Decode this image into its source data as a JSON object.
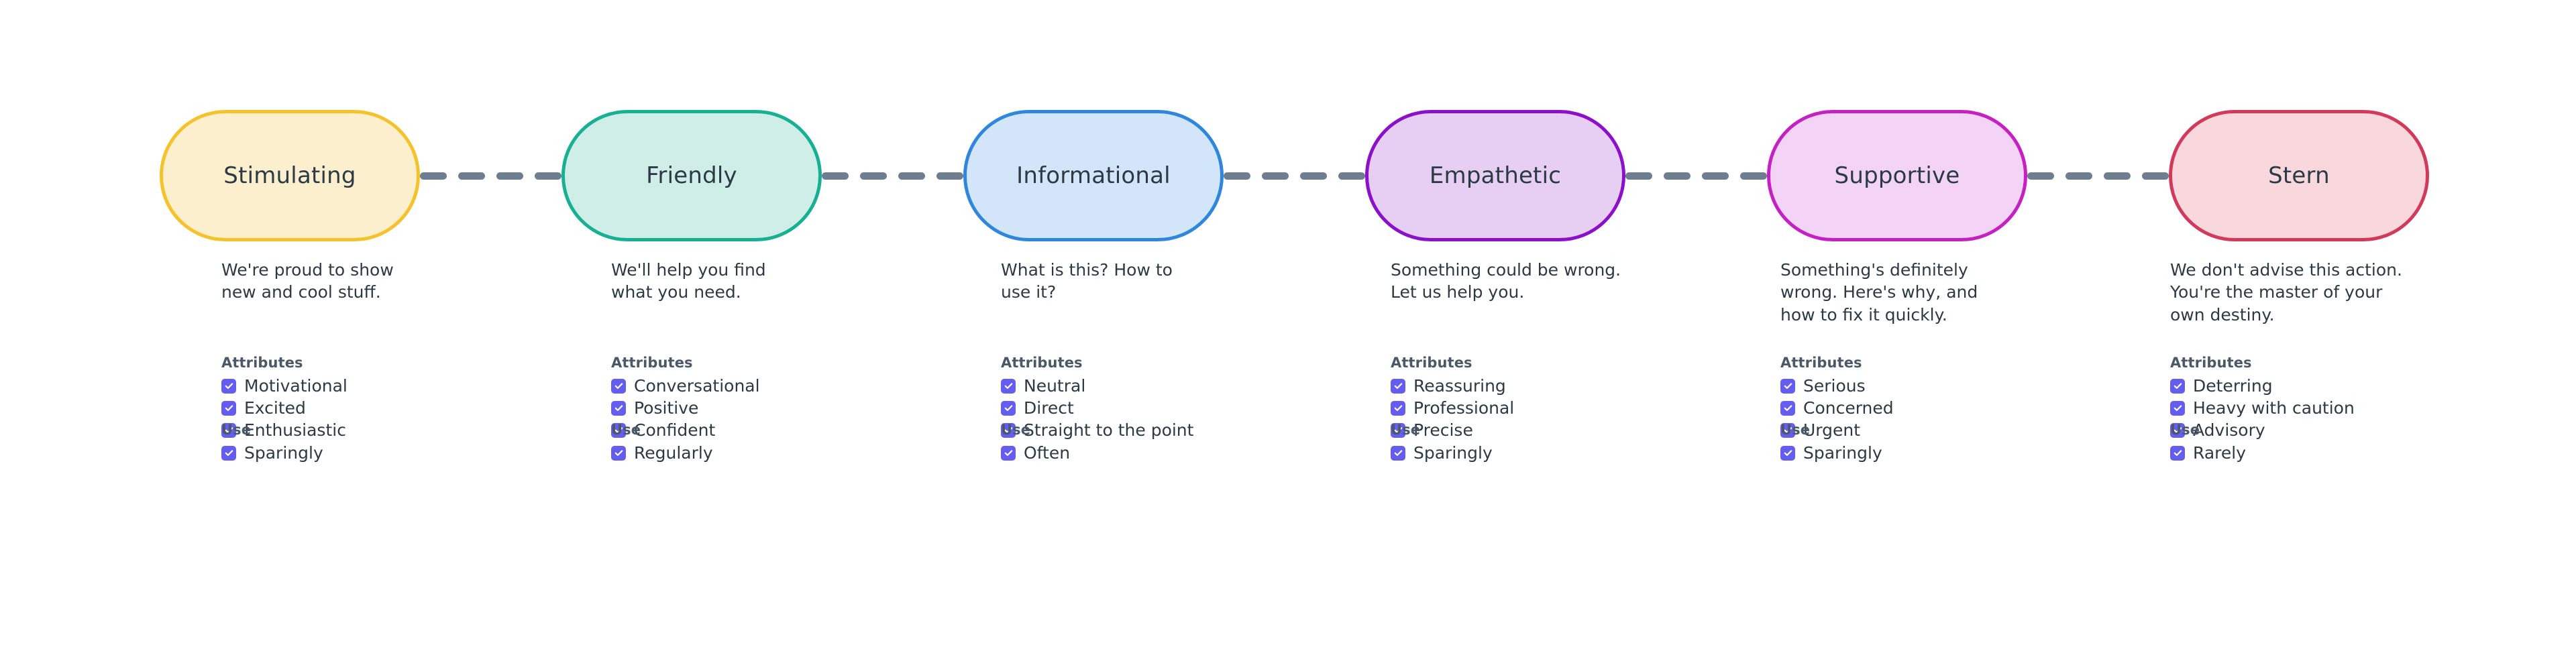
{
  "page": {
    "background_color": "#ffffff",
    "text_color": "#2b3a45",
    "heading_color": "#4a5867",
    "checkbox_color": "#655cf0",
    "connector_color": "#6e7e91"
  },
  "connector": {
    "dash_count": 4,
    "style": "dashed-rounded"
  },
  "tones": [
    {
      "name": "Stimulating",
      "fill": "#fcefcd",
      "stroke": "#f5c22b",
      "description": "We're proud to show\nnew and cool stuff.",
      "attributes_title": "Attributes",
      "attributes": [
        "Motivational",
        "Excited",
        "Enthusiastic"
      ],
      "use_title": "Use",
      "use": [
        "Sparingly"
      ]
    },
    {
      "name": "Friendly",
      "fill": "#cfeee7",
      "stroke": "#18b093",
      "description": "We'll help you find\nwhat you need.",
      "attributes_title": "Attributes",
      "attributes": [
        "Conversational",
        "Positive",
        "Confident"
      ],
      "use_title": "Use",
      "use": [
        "Regularly"
      ]
    },
    {
      "name": "Informational",
      "fill": "#d3e5f8",
      "stroke": "#2f87dd",
      "description": "What is this? How to\nuse it?",
      "attributes_title": "Attributes",
      "attributes": [
        "Neutral",
        "Direct",
        "Straight to the point"
      ],
      "use_title": "Use",
      "use": [
        "Often"
      ]
    },
    {
      "name": "Empathetic",
      "fill": "#e6cff2",
      "stroke": "#8c0fca",
      "description": "Something could be wrong.\nLet us help you.",
      "attributes_title": "Attributes",
      "attributes": [
        "Reassuring",
        "Professional",
        "Precise"
      ],
      "use_title": "Use",
      "use": [
        "Sparingly"
      ]
    },
    {
      "name": "Supportive",
      "fill": "#f4d4f6",
      "stroke": "#c520c2",
      "description": "Something's definitely\nwrong. Here's why, and\nhow to fix it quickly.",
      "attributes_title": "Attributes",
      "attributes": [
        "Serious",
        "Concerned",
        "Urgent"
      ],
      "use_title": "Use",
      "use": [
        "Sparingly"
      ]
    },
    {
      "name": "Stern",
      "fill": "#f8d8dd",
      "stroke": "#d23a5c",
      "description": "We don't advise this action.\nYou're the master of your\nown destiny.",
      "attributes_title": "Attributes",
      "attributes": [
        "Deterring",
        "Heavy with caution",
        "Advisory"
      ],
      "use_title": "Use",
      "use": [
        "Rarely"
      ]
    }
  ]
}
